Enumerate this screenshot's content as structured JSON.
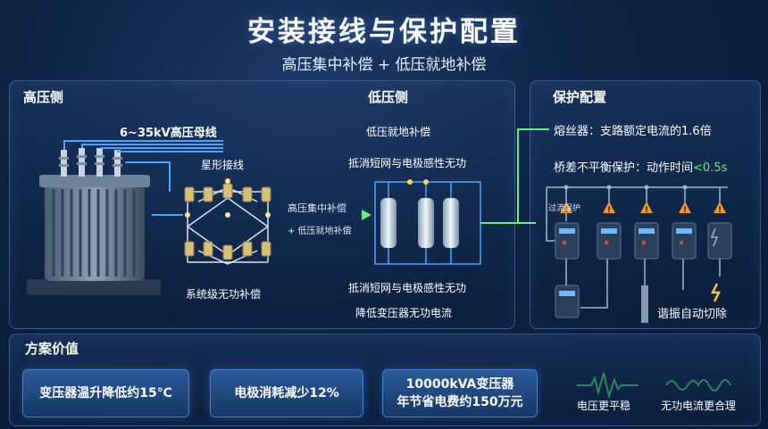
{
  "header": {
    "title": "安装接线与保护配置",
    "subtitle": "高压集中补偿 + 低压就地补偿"
  },
  "hv_panel": {
    "title": "高压侧",
    "bus_label": "6~35kV高压母线",
    "star_label": "星形接线",
    "system_label": "系统级无功补偿"
  },
  "lv_panel": {
    "title": "低压侧",
    "local_comp": "低压就地补偿",
    "offset_top": "抵消短网与电极感性无功",
    "arrow_label_1": "高压集中补偿",
    "arrow_label_2": "+ 低压就地补偿",
    "offset_bottom": "抵消短网与电极感性无功",
    "reduce_current": "降低变压器无功电流"
  },
  "protection": {
    "title": "保护配置",
    "fuse_prefix": "熔丝器：",
    "fuse_text": "支路额定电流的1.6倍",
    "bridge_prefix": "桥差不平衡保护：",
    "bridge_text": "动作时间",
    "bridge_value": "<0.5s",
    "overcurrent_label": "过流保护",
    "resonance_label": "谐振自动切除"
  },
  "value": {
    "title": "方案价值",
    "card1": "变压器温升降低约15℃",
    "card2": "电极消耗减少12%",
    "card3_line1": "10000kVA变压器",
    "card3_line2": "年节省电费约150万元",
    "wave1_label": "电压更平稳",
    "wave2_label": "无功电流更合理"
  },
  "colors": {
    "accent_green": "#5cf37a",
    "accent_blue": "#3f8cff",
    "warning_orange": "#f39a1e"
  }
}
